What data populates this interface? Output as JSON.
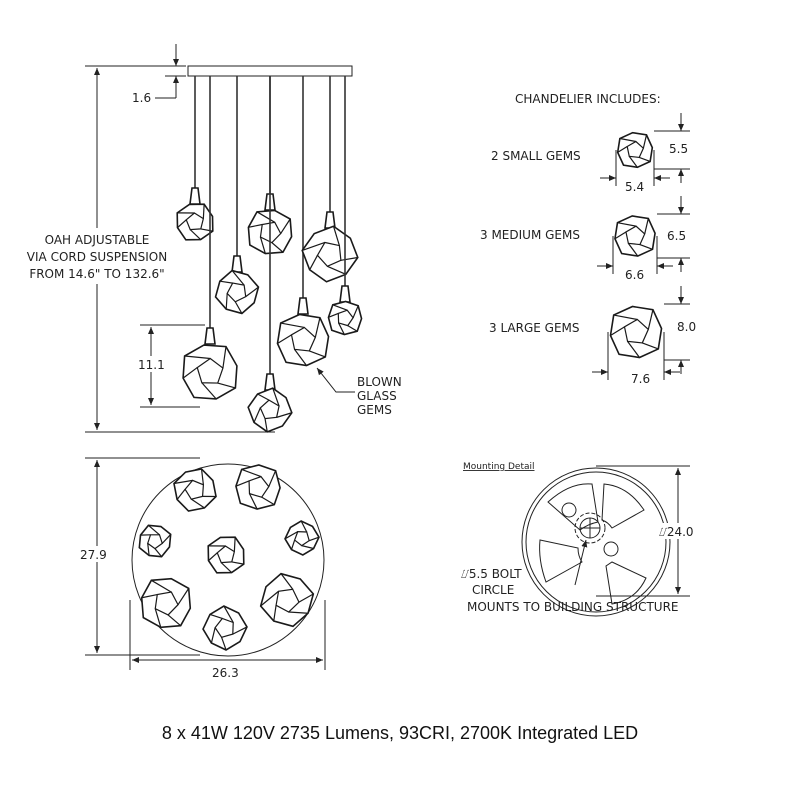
{
  "side_view": {
    "canopy_height": "1.6",
    "oah_note": [
      "OAH ADJUSTABLE",
      "VIA CORD SUSPENSION",
      "FROM 14.6\" TO 132.6\""
    ],
    "gem_height": "11.1",
    "gem_callout": [
      "BLOWN",
      "GLASS",
      "GEMS"
    ]
  },
  "includes": {
    "title": "CHANDELIER INCLUDES:",
    "items": [
      {
        "label": "2 SMALL GEMS",
        "height": "5.5",
        "width": "5.4"
      },
      {
        "label": "3 MEDIUM GEMS",
        "height": "6.5",
        "width": "6.6"
      },
      {
        "label": "3 LARGE GEMS",
        "height": "8.0",
        "width": "7.6"
      }
    ]
  },
  "top_view": {
    "depth": "27.9",
    "width": "26.3"
  },
  "mounting": {
    "title": "Mounting Detail",
    "diameter": "⌰24.0",
    "bolt_circle": [
      "⌰5.5 BOLT",
      "CIRCLE"
    ],
    "note": "MOUNTS TO BUILDING STRUCTURE"
  },
  "spec": "8 x 41W 120V 2735 Lumens, 93CRI, 2700K Integrated LED"
}
